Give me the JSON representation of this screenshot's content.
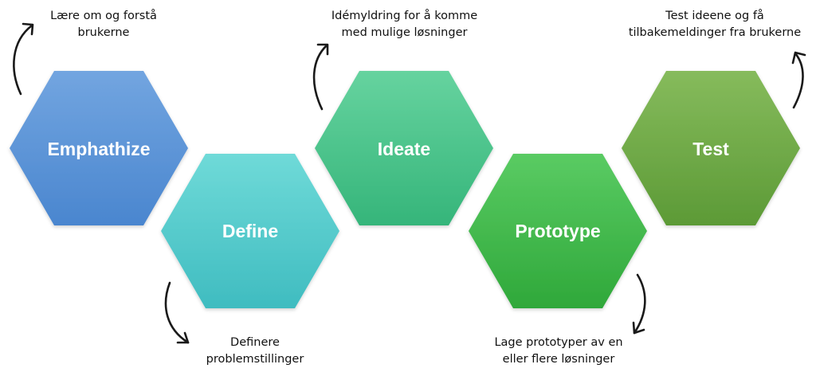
{
  "stages": [
    {
      "id": "empathize",
      "label": "Emphathize",
      "caption": [
        "Lære om og forstå",
        "brukerne"
      ],
      "colors": [
        "#72a5e0",
        "#4a86cf"
      ]
    },
    {
      "id": "define",
      "label": "Define",
      "caption": [
        "Definere",
        "problemstillinger"
      ],
      "colors": [
        "#6fdad8",
        "#3fbcc0"
      ]
    },
    {
      "id": "ideate",
      "label": "Ideate",
      "caption": [
        "Idémyldring for å komme",
        "med mulige løsninger"
      ],
      "colors": [
        "#66d39f",
        "#35b57a"
      ]
    },
    {
      "id": "prototype",
      "label": "Prototype",
      "caption": [
        "Lage prototyper av en",
        "eller flere løsninger"
      ],
      "colors": [
        "#5acb63",
        "#2fa83a"
      ]
    },
    {
      "id": "test",
      "label": "Test",
      "caption": [
        "Test ideene og få",
        "tilbakemeldinger fra brukerne"
      ],
      "colors": [
        "#86bb5c",
        "#5c9a36"
      ]
    }
  ]
}
